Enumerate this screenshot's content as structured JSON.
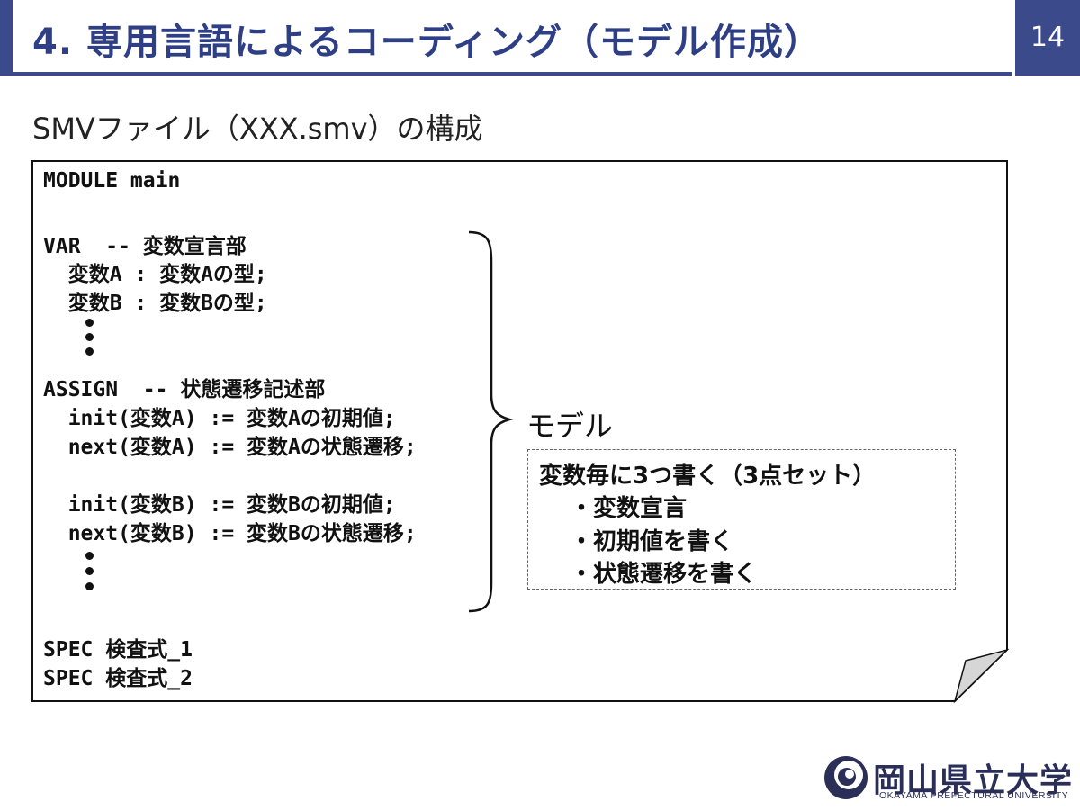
{
  "header": {
    "title": "4. 専用言語によるコーディング（モデル作成）",
    "page_number": "14"
  },
  "subtitle": "SMVファイル（XXX.smv）の構成",
  "code": {
    "lines": [
      "MODULE main",
      "VAR  -- 変数宣言部",
      "  変数A : 変数Aの型;",
      "  変数B : 変数Bの型;",
      "ASSIGN  -- 状態遷移記述部",
      "  init(変数A) := 変数Aの初期値;",
      "  next(変数A) := 変数Aの状態遷移;",
      "  init(変数B) := 変数Bの初期値;",
      "  next(変数B) := 変数Bの状態遷移;",
      "SPEC 検査式_1",
      "SPEC 検査式_2"
    ]
  },
  "annotation": {
    "model_label": "モデル",
    "note": {
      "heading": "変数毎に3つ書く（3点セット）",
      "items": [
        "・変数宣言",
        "・初期値を書く",
        "・状態遷移を書く"
      ]
    }
  },
  "logo": {
    "name_jp": "岡山県立大学",
    "name_en": "OKAYAMA PREFECTURAL UNIVERSITY"
  },
  "colors": {
    "brand": "#3a4a8a",
    "title_text": "#2f3f85"
  }
}
